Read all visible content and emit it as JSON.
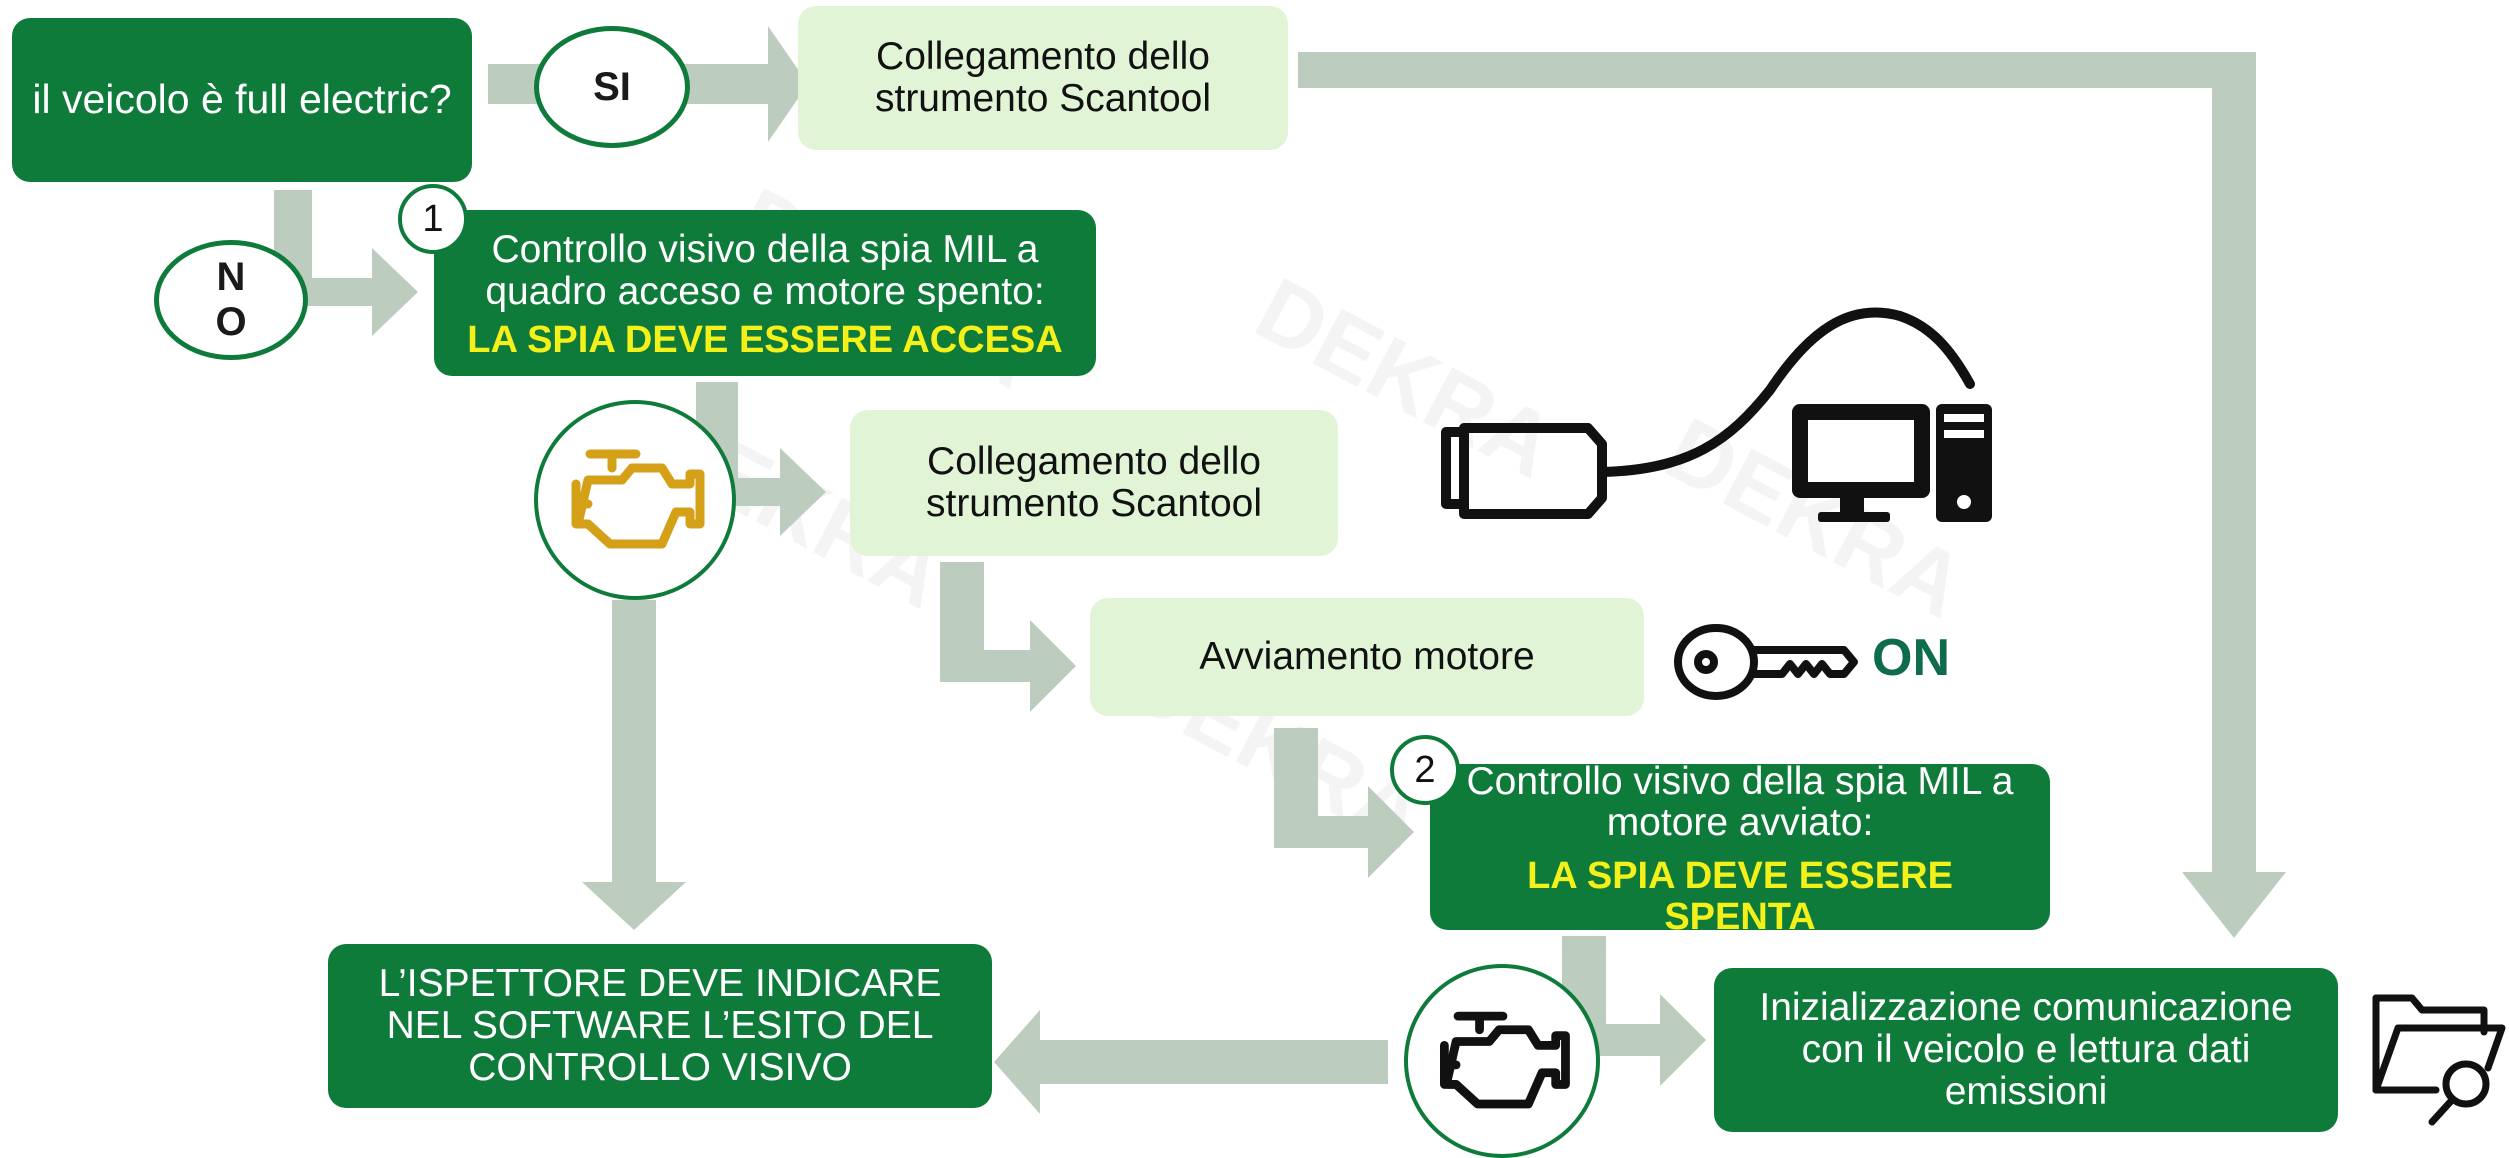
{
  "colors": {
    "dark_box": "#0f7b3b",
    "light_box": "#e1f4d6",
    "arrow": "#bccdbf",
    "alert_text": "#f4f01a",
    "engine_warning": "#d4a017",
    "watermark": "#f2f2f2"
  },
  "nodes": {
    "start": "il veicolo è full electric?",
    "yes": "SI",
    "no": "N O",
    "scantool_top": "Collegamento dello strumento Scantool",
    "check1_num": "1",
    "check1_text": "Controllo visivo della spia MIL a quadro acceso e motore spento:",
    "check1_alert": "LA SPIA DEVE ESSERE ACCESA",
    "scantool_mid": "Collegamento dello strumento Scantool",
    "start_engine": "Avviamento motore",
    "key_label": "ON",
    "check2_num": "2",
    "check2_text": "Controllo visivo della spia MIL a motore avviato:",
    "check2_alert": "LA SPIA DEVE ESSERE SPENTA",
    "inspector": "L’ISPETTORE DEVE INDICARE NEL SOFTWARE L’ESITO DEL CONTROLLO VISIVO",
    "init_comm": "Inizializzazione comunicazione con il veicolo e lettura dati emissioni"
  },
  "icons": {
    "mil_on": "engine-warning-icon",
    "mil_off": "engine-icon",
    "scantool": "obd-cable-computer-icon",
    "key": "key-icon",
    "folder_search": "folder-search-icon"
  },
  "watermark": "DEKRA"
}
